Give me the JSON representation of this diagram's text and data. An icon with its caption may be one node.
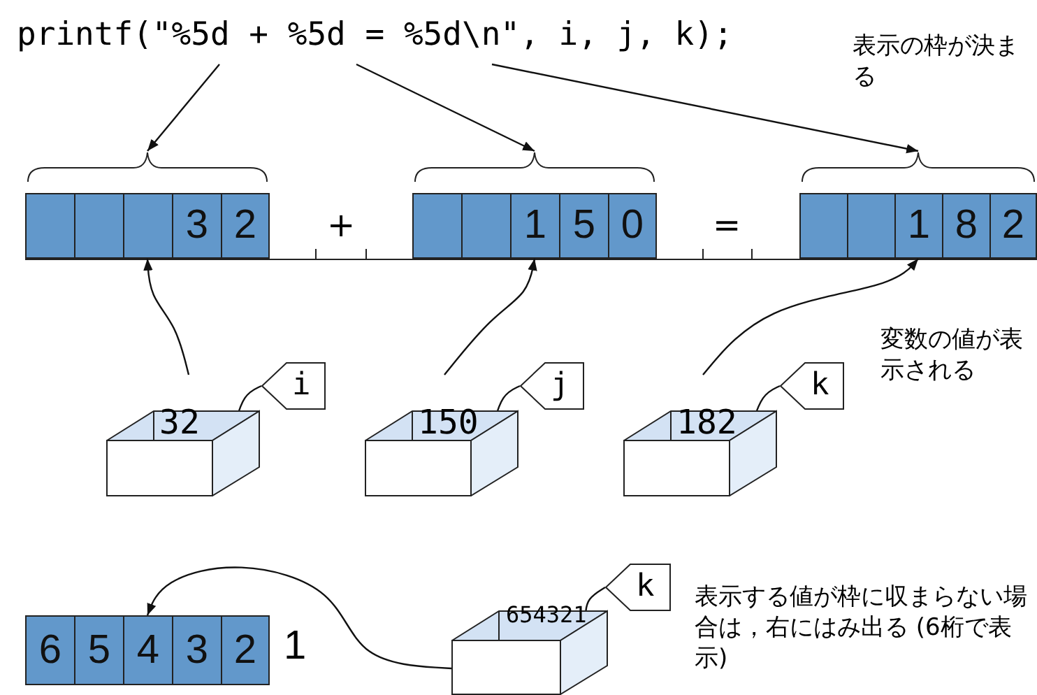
{
  "diagram": {
    "nodes": [
      {
        "text": [
          "printf(\"%5d + %5d = %5d\\n\", i, j, k);"
        ]
      },
      {
        "text": [
          "3",
          "2"
        ]
      },
      {
        "text": [
          "1",
          "5",
          "0"
        ]
      },
      {
        "text": [
          "1",
          "8",
          "2"
        ]
      },
      {
        "text": [
          "32"
        ]
      },
      {
        "text": [
          "i"
        ]
      },
      {
        "text": [
          "150"
        ]
      },
      {
        "text": [
          "j"
        ]
      },
      {
        "text": [
          "182"
        ]
      },
      {
        "text": [
          "k"
        ]
      },
      {
        "text": [
          "6",
          "5",
          "4",
          "3",
          "2"
        ],
        "beside": [
          "1"
        ]
      },
      {
        "text": [
          "654321"
        ]
      },
      {
        "text": [
          "k"
        ]
      }
    ],
    "edges": [
      {
        "from": 0,
        "to": 1,
        "arrow": "to"
      },
      {
        "from": 0,
        "to": 2,
        "arrow": "to"
      },
      {
        "from": 0,
        "to": 3,
        "arrow": "to"
      },
      {
        "from": 4,
        "to": 1,
        "arrow": "to"
      },
      {
        "from": 6,
        "to": 2,
        "arrow": "to"
      },
      {
        "from": 8,
        "to": 3,
        "arrow": "to"
      },
      {
        "from": 5,
        "to": 4,
        "arrow": "none"
      },
      {
        "from": 7,
        "to": 6,
        "arrow": "none"
      },
      {
        "from": 9,
        "to": 8,
        "arrow": "none"
      },
      {
        "from": 11,
        "to": 10,
        "arrow": "to"
      },
      {
        "from": 12,
        "to": 11,
        "arrow": "none"
      }
    ],
    "labels": [
      "表示の枠が決まる",
      "+",
      "=",
      "変数の値が表示される",
      "表示する値が枠に収まらない場合は，右にはみ出る (6桁で表示)"
    ]
  }
}
